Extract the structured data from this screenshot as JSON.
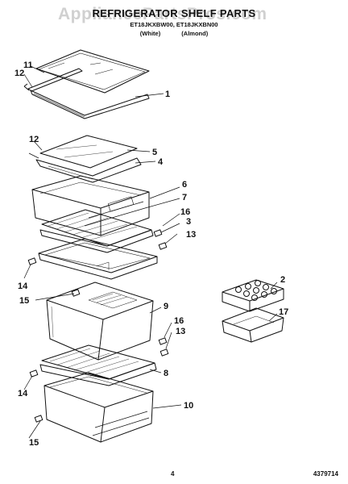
{
  "header": {
    "title": "REFRIGERATOR SHELF PARTS",
    "models": "ET18JKXBW00, ET18JKXBN00",
    "variant_white": "(White)",
    "variant_almond": "(Almond)"
  },
  "watermark": "AppliancePartsPros.com",
  "footer": {
    "page_number": "4",
    "doc_number": "4379714"
  },
  "callouts": [
    "1",
    "2",
    "3",
    "4",
    "5",
    "6",
    "7",
    "8",
    "9",
    "10",
    "11",
    "12",
    "12",
    "13",
    "13",
    "14",
    "14",
    "15",
    "15",
    "16",
    "16",
    "17"
  ],
  "colors": {
    "ink": "#111111",
    "watermark": "#969696",
    "background": "#ffffff"
  }
}
